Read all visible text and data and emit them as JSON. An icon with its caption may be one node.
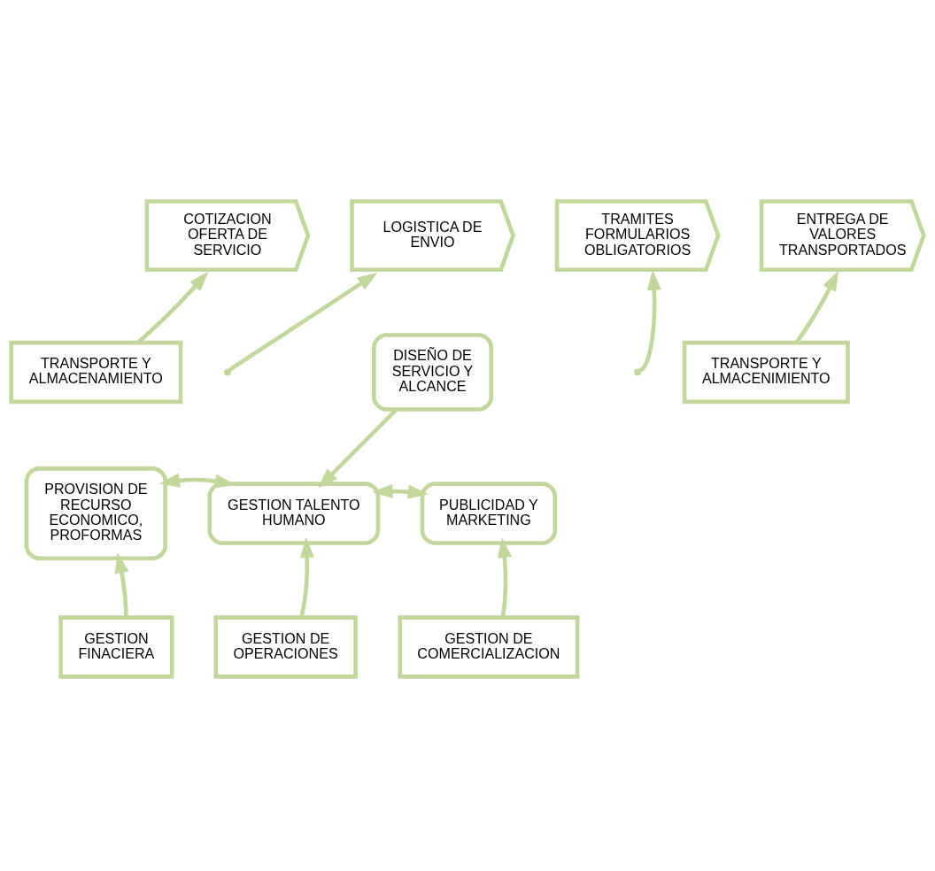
{
  "diagram": {
    "nodes": [
      {
        "text": [
          "COTIZACION OFERTA DE SERVICIO"
        ]
      },
      {
        "text": [
          "LOGISTICA DE ENVIO"
        ]
      },
      {
        "text": [
          "TRAMITES FORMULARIOS OBLIGATORIOS"
        ]
      },
      {
        "text": [
          "ENTREGA DE VALORES TRANSPORTADOS"
        ]
      },
      {
        "text": [
          "TRANSPORTE Y ALMACENAMIENTO"
        ]
      },
      {
        "text": [
          "DISEÑO DE SERVICIO Y ALCANCE"
        ]
      },
      {
        "text": [
          "TRANSPORTE Y ALMACENIMIENTO"
        ]
      },
      {
        "text": [
          "PROVISION DE RECURSO ECONOMICO, PROFORMAS"
        ]
      },
      {
        "text": [
          "GESTION TALENTO HUMANO"
        ]
      },
      {
        "text": [
          "PUBLICIDAD Y MARKETING"
        ]
      },
      {
        "text": [
          "GESTION FINACIERA"
        ]
      },
      {
        "text": [
          "GESTION DE OPERACIONES"
        ]
      },
      {
        "text": [
          "GESTION DE COMERCIALIZACION"
        ]
      }
    ],
    "edges": [
      {
        "from": 4,
        "to": 0,
        "arrow": "to"
      },
      {
        "from": null,
        "to": 1,
        "arrow": "to"
      },
      {
        "from": null,
        "to": 2,
        "arrow": "to"
      },
      {
        "from": 6,
        "to": 3,
        "arrow": "to"
      },
      {
        "from": 5,
        "to": 8,
        "arrow": "to"
      },
      {
        "from": 7,
        "to": 8,
        "arrow": "both"
      },
      {
        "from": 8,
        "to": 9,
        "arrow": "both"
      },
      {
        "from": 10,
        "to": 7,
        "arrow": "to"
      },
      {
        "from": 11,
        "to": 8,
        "arrow": "to"
      },
      {
        "from": 12,
        "to": 9,
        "arrow": "to"
      }
    ]
  }
}
